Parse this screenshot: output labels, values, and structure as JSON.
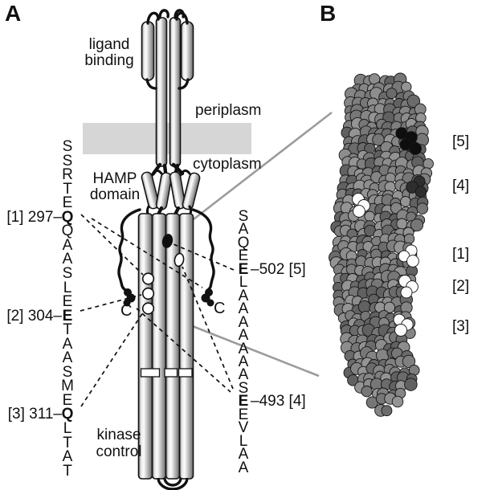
{
  "figure": {
    "panels": {
      "a_label": "A",
      "b_label": "B"
    },
    "labels": {
      "ligand_binding": [
        "ligand",
        "binding"
      ],
      "periplasm": "periplasm",
      "cytoplasm": "cytoplasm",
      "hamp": [
        "HAMP",
        "domain"
      ],
      "kinase_control": [
        "kinase",
        "control"
      ],
      "c_terminus": "C"
    },
    "left_sequence": {
      "letters": "SSRTEQQAASLEETAASMEQLTAT",
      "sites": [
        {
          "tag": "[1]",
          "residue": "297",
          "label": "[1] 297–",
          "letter_index": 5
        },
        {
          "tag": "[2]",
          "residue": "304",
          "label": "[2] 304–",
          "letter_index": 12
        },
        {
          "tag": "[3]",
          "residue": "311",
          "label": "[3] 311–",
          "letter_index": 19
        }
      ]
    },
    "right_sequence": {
      "letters": "SAQEELAAAAAAASEEVLAA",
      "sites": [
        {
          "tag": "[5]",
          "residue": "502",
          "label": "–502 [5]",
          "letter_index": 4
        },
        {
          "tag": "[4]",
          "residue": "493",
          "label": "–493 [4]",
          "letter_index": 14
        }
      ]
    },
    "panel_b_site_tags": [
      "[5]",
      "[4]",
      "[1]",
      "[2]",
      "[3]"
    ],
    "colors": {
      "membrane": "#d6d6d6",
      "connector_line": "#9c9c9c",
      "outline": "#111111",
      "site_dark": "#0e0e0e",
      "site_mid": "#2e2e2e",
      "site_light": "#fcfcfc",
      "sphere_grays": [
        "#777777",
        "#858585",
        "#6b6b6b",
        "#949494",
        "#7f7f7f",
        "#616161",
        "#8d8d8d"
      ]
    }
  }
}
